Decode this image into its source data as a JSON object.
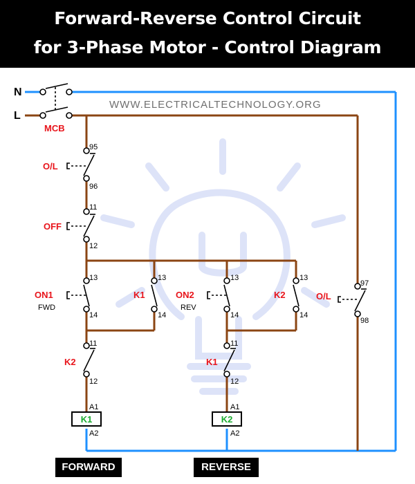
{
  "title": {
    "line1": "Forward-Reverse Control Circuit",
    "line2": "for 3-Phase Motor - Control Diagram"
  },
  "website": "WWW.ELECTRICALTECHNOLOGY.ORG",
  "supply": {
    "neutral": "N",
    "line": "L"
  },
  "colors": {
    "phase_wire": "#8b4513",
    "neutral_wire": "#1e90ff",
    "label": "#e8141b",
    "coil_text": "#1aab2e",
    "watermark": "#dde3f8"
  },
  "components": {
    "mcb": {
      "label": "MCB"
    },
    "overload_main": {
      "label": "O/L",
      "t_top": "95",
      "t_bottom": "96"
    },
    "off": {
      "label": "OFF",
      "t_top": "11",
      "t_bottom": "12"
    },
    "on1": {
      "label": "ON1",
      "sub": "FWD",
      "t_top": "13",
      "t_bottom": "14"
    },
    "k1_hold": {
      "label": "K1",
      "t_top": "13",
      "t_bottom": "14"
    },
    "on2": {
      "label": "ON2",
      "sub": "REV",
      "t_top": "13",
      "t_bottom": "14"
    },
    "k2_hold": {
      "label": "K2",
      "t_top": "13",
      "t_bottom": "14"
    },
    "overload_right": {
      "label": "O/L",
      "t_top": "97",
      "t_bottom": "98"
    },
    "k2_interlock": {
      "label": "K2",
      "t_top": "11",
      "t_bottom": "12"
    },
    "k1_interlock": {
      "label": "K1",
      "t_top": "11",
      "t_bottom": "12"
    },
    "coil_k1": {
      "label": "K1",
      "t_top": "A1",
      "t_bottom": "A2"
    },
    "coil_k2": {
      "label": "K2",
      "t_top": "A1",
      "t_bottom": "A2"
    }
  },
  "captions": {
    "forward": "FORWARD",
    "reverse": "REVERSE"
  }
}
